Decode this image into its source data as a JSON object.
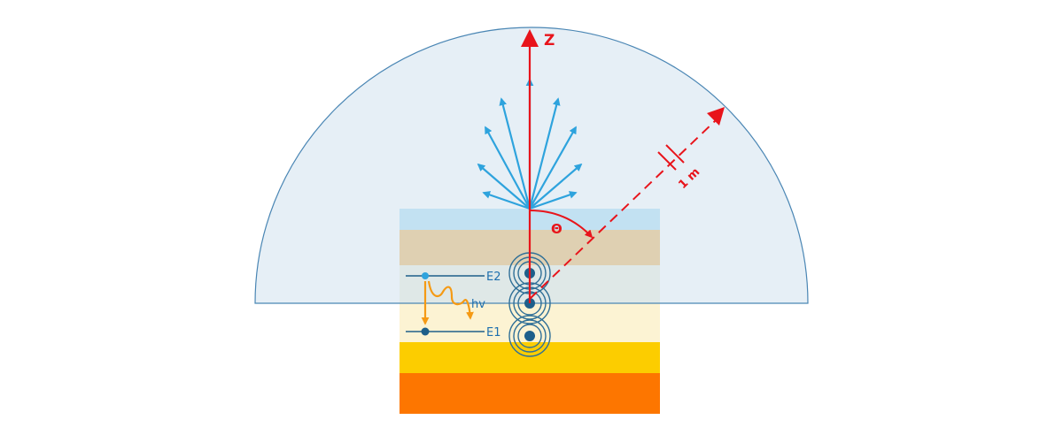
{
  "diagram": {
    "labels": {
      "z_axis": "Z",
      "theta": "Θ",
      "distance": "1 m",
      "upper_level": "E2",
      "lower_level": "E1",
      "photon": "hv"
    },
    "layers": [
      {
        "name": "top",
        "color": "#7dcdf0"
      },
      {
        "name": "second",
        "color": "#e4900e"
      },
      {
        "name": "third",
        "color": "#e5e5c9"
      },
      {
        "name": "fourth",
        "color": "#fcf3d3"
      },
      {
        "name": "fifth",
        "color": "#fccd00"
      },
      {
        "name": "bottom",
        "color": "#fd7600"
      }
    ],
    "colors": {
      "dome_fill": "#dce9f3",
      "dome_stroke": "#4a86b4",
      "emission_arrows": "#2ea3dd",
      "axis_red": "#e8141b",
      "transition_orange": "#f59a14",
      "level_dark": "#1e5f8a"
    }
  }
}
